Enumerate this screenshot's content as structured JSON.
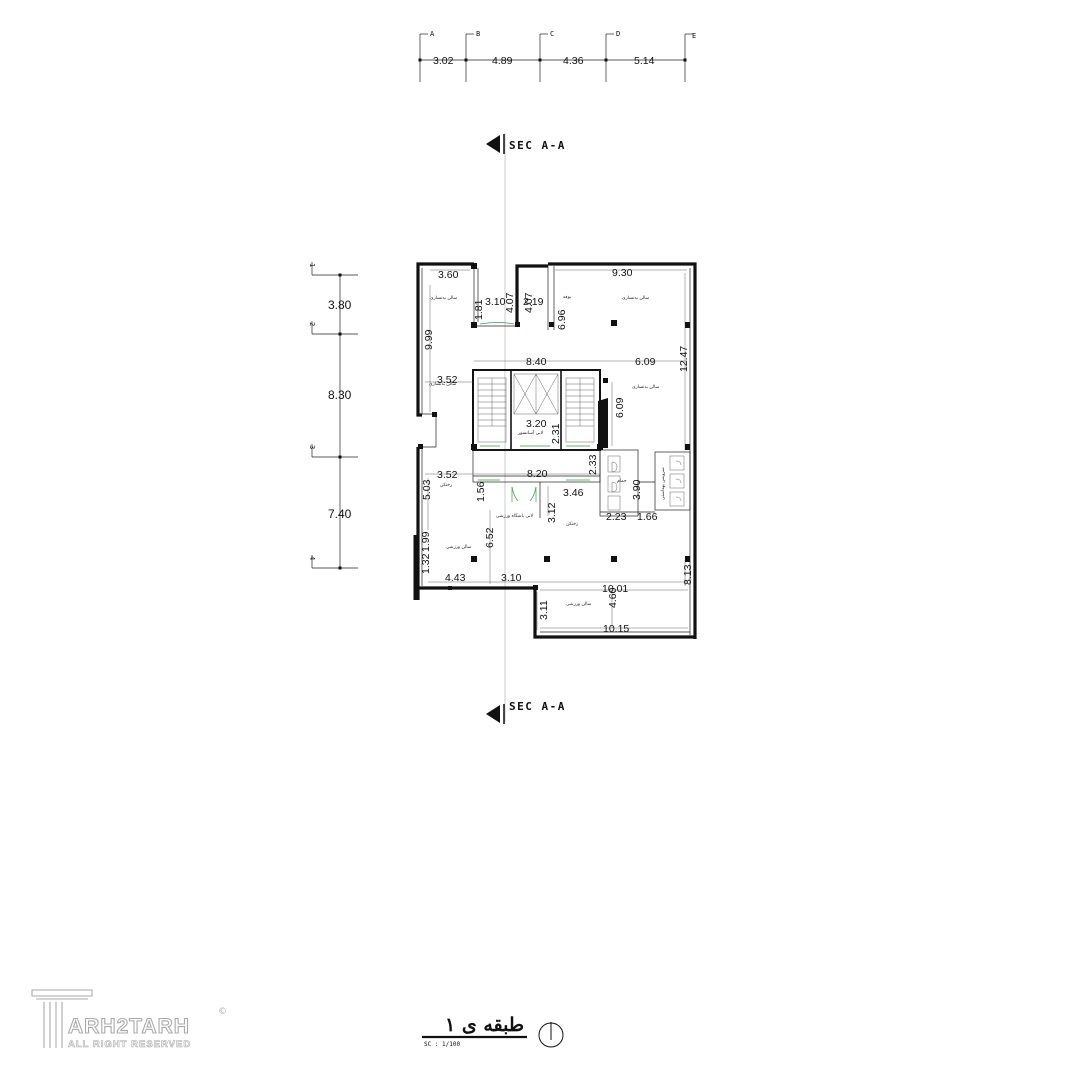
{
  "top_axes": {
    "labels": [
      "A",
      "B",
      "C",
      "D",
      "E"
    ],
    "dims": [
      "3.02",
      "4.89",
      "4.36",
      "5.14"
    ]
  },
  "side_axes": {
    "labels": [
      "1",
      "2",
      "3",
      "4"
    ],
    "dims": [
      "3.80",
      "8.30",
      "7.40"
    ]
  },
  "section": {
    "top_label": "SEC A-A",
    "bottom_label": "SEC A-A"
  },
  "plan_dims": {
    "d360": "3.60",
    "d930": "9.30",
    "d310a": "3.10",
    "d407a": "4.07",
    "d219": "2.19",
    "d407b": "4.07",
    "d181": "1.81",
    "d696": "6.96",
    "d999": "9.99",
    "d840": "8.40",
    "d609a": "6.09",
    "d1247": "12.47",
    "d352a": "3.52",
    "d609b": "6.09",
    "d320": "3.20",
    "d231": "2.31",
    "d352b": "3.52",
    "d820": "8.20",
    "d233": "2.33",
    "d503": "5.03",
    "d156": "1.56",
    "d346": "3.46",
    "d390": "3.90",
    "d312a": "3.12",
    "d223": "2.23",
    "d166": "1.66",
    "d652": "6.52",
    "d199": "1.99",
    "d132": "1.32",
    "d443": "4.43",
    "d310b": "3.10",
    "d1001": "10.01",
    "d813": "8.13",
    "d460": "4.60",
    "d311b": "3.11",
    "d1015": "10.15"
  },
  "rooms": {
    "r1": "سالن بدنسازی",
    "r2": "بوفه",
    "r3": "سالن بدنسازی",
    "r4": "سالن بدنسازی",
    "r5": "سالن بدنسازی",
    "r6": "لابی آسانسور",
    "r7": "رختکن",
    "r8": "حمام",
    "r9": "سرویس بهداشتی",
    "r10": "لابی باشگاه ورزشی",
    "r11": "رختکن",
    "r12": "سالن ورزشی",
    "r13": "سالن ورزشی"
  },
  "title": {
    "text": "طبقه ی ۱",
    "scale": "SC : 1/100"
  },
  "logo": {
    "name": "ARH2TARH",
    "tagline": "ALL RIGHT RESERVED",
    "mark": "©"
  }
}
